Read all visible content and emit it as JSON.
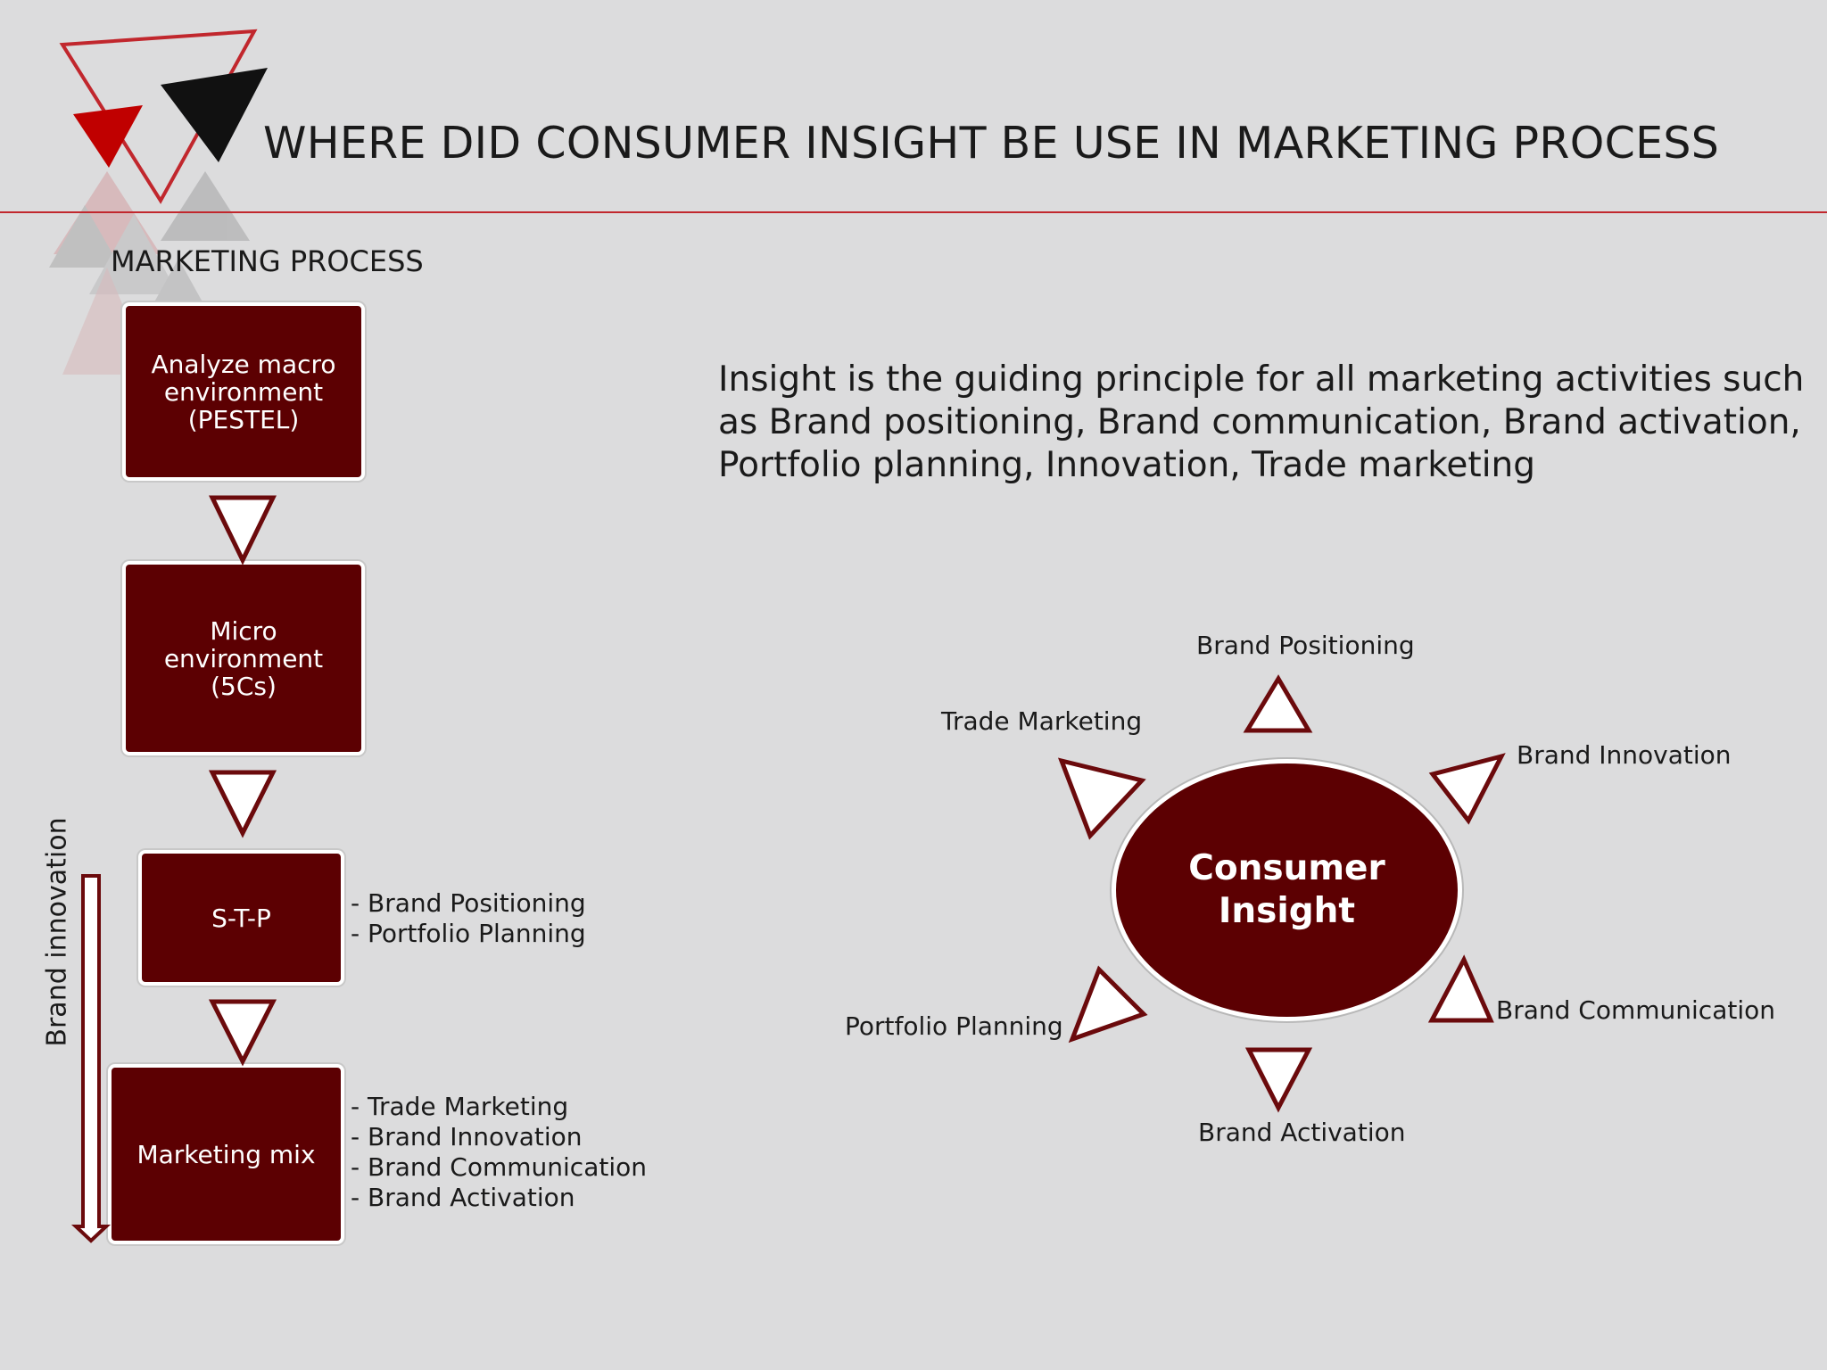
{
  "title": "WHERE DID CONSUMER INSIGHT BE USE IN MARKETING PROCESS",
  "section_label": "MARKETING PROCESS",
  "process_steps": [
    "Analyze macro\nenvironment\n(PESTEL)",
    "Micro\nenvironment\n(5Cs)",
    "S-T-P",
    "Marketing mix"
  ],
  "stp_activities": [
    "- Brand Positioning",
    "- Portfolio Planning"
  ],
  "mix_activities": [
    "- Trade Marketing",
    "- Brand Innovation",
    "- Brand Communication",
    "- Brand Activation"
  ],
  "side_label": "Brand innovation",
  "insight_statement": "Insight is the guiding principle for all marketing activities such as Brand positioning, Brand communication, Brand activation, Portfolio planning, Innovation, Trade marketing",
  "center_label": "Consumer\nInsight",
  "spokes": {
    "top": "Brand Positioning",
    "top_left": "Trade Marketing",
    "top_right": "Brand Innovation",
    "bottom_left": "Portfolio Planning",
    "bottom_right": "Brand Communication",
    "bottom": "Brand Activation"
  },
  "colors": {
    "box_fill": "#5c0002",
    "accent_red": "#c1272d",
    "arrow_stroke": "#6b0a0c",
    "background": "#dcdcdd"
  }
}
